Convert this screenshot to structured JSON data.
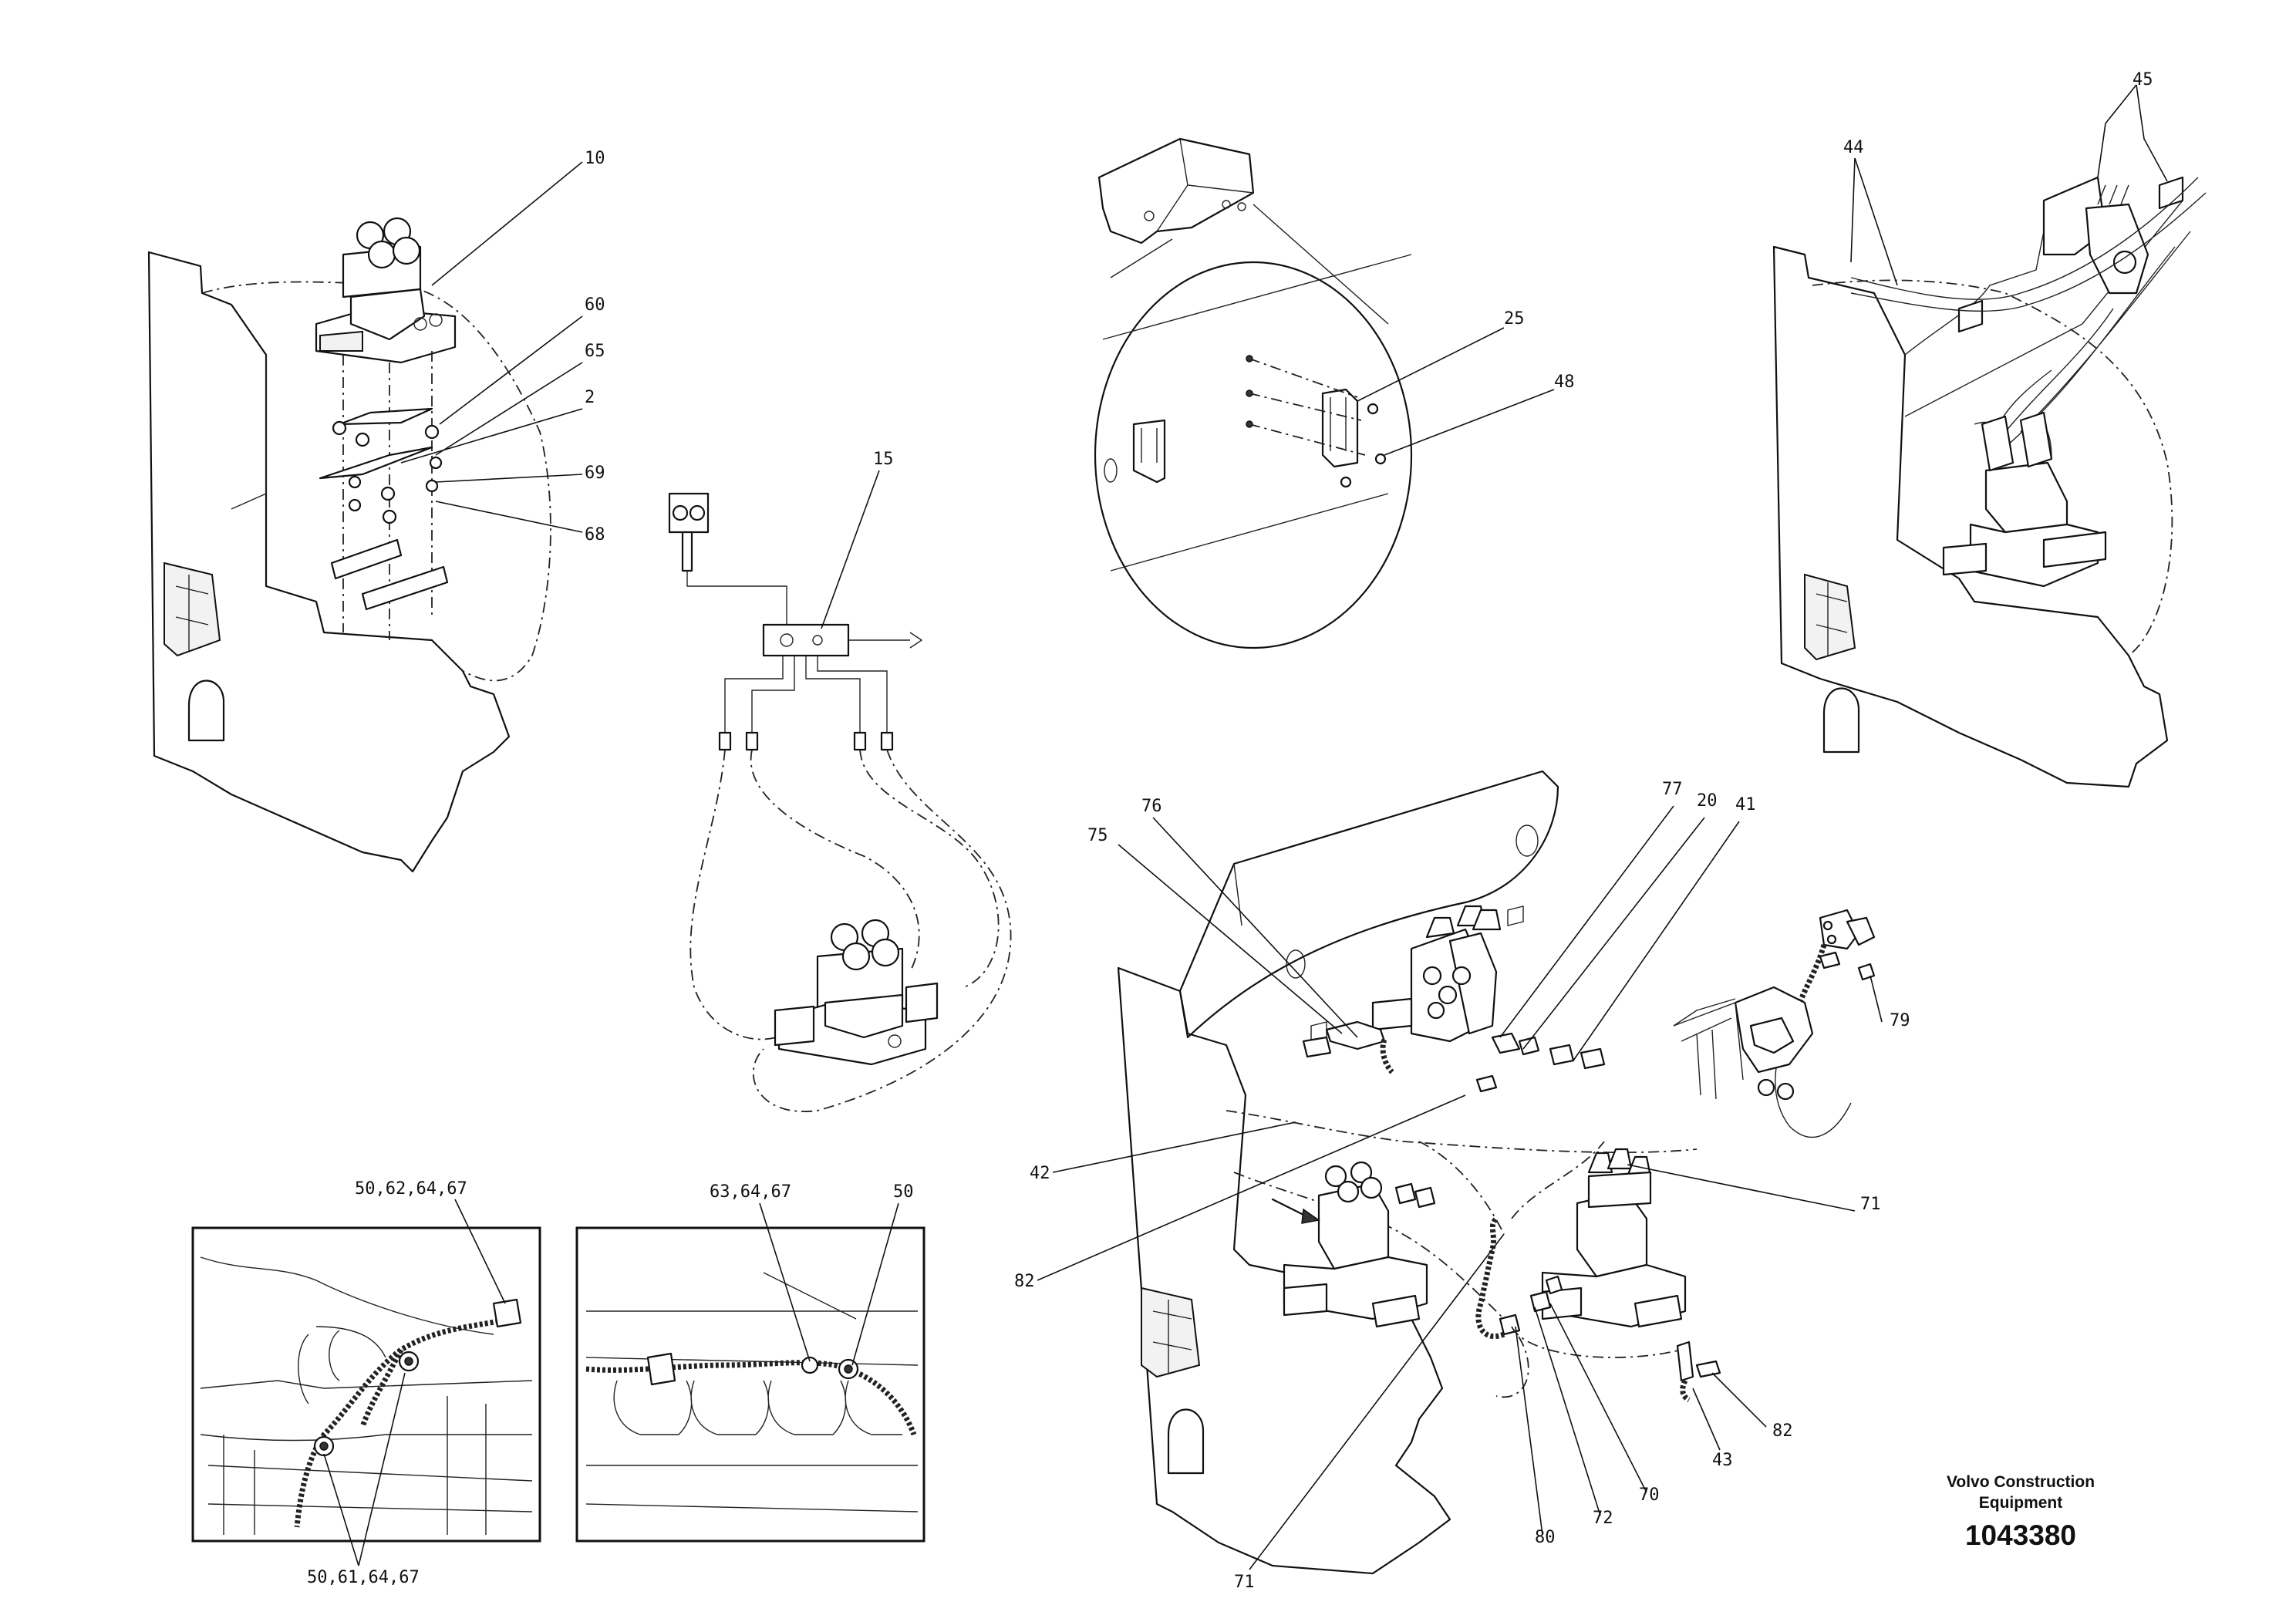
{
  "title_block": {
    "company_line1": "Volvo Construction",
    "company_line2": "Equipment",
    "drawing_number": "1043380"
  },
  "callouts": {
    "c10": "10",
    "c60": "60",
    "c65": "65",
    "c2": "2",
    "c69": "69",
    "c68": "68",
    "c15": "15",
    "c25": "25",
    "c48": "48",
    "c44": "44",
    "c45": "45",
    "c77": "77",
    "c20": "20",
    "c41": "41",
    "c76": "76",
    "c75": "75",
    "c79": "79",
    "c42": "42",
    "c71a": "71",
    "c82a": "82",
    "c71b": "71",
    "c82b": "82",
    "c43": "43",
    "c70": "70",
    "c72": "72",
    "c80": "80",
    "detail_a_top": "50,62,64,67",
    "detail_a_bottom": "50,61,64,67",
    "detail_b_left": "63,64,67",
    "detail_b_right": "50"
  }
}
